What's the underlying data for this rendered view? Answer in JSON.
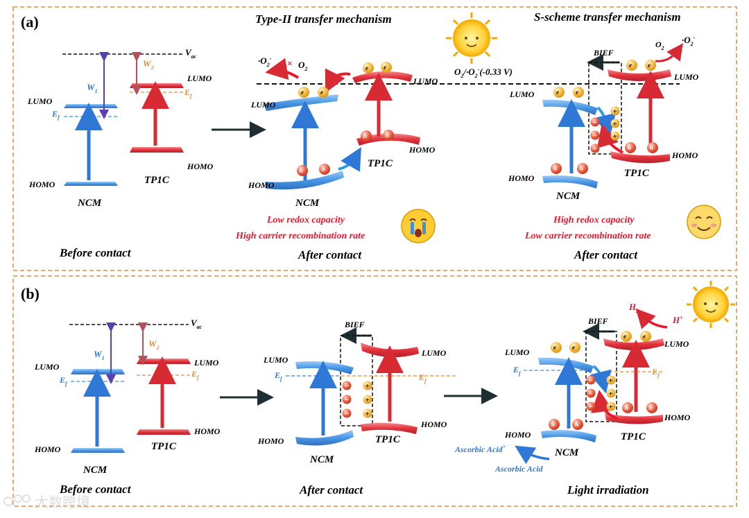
{
  "panel_a": {
    "label": "(a)",
    "type2_title": "Type-II transfer mechanism",
    "sscheme_title": "S-scheme transfer mechanism",
    "before": {
      "vac": "V",
      "vac_sub": "ac",
      "w1": "W",
      "w1_sub": "1",
      "w2": "W",
      "w2_sub": "2",
      "lumo_ncm": "LUMO",
      "ef_ncm": "E",
      "ef_sub": "f",
      "homo_ncm": "HOMO",
      "lumo_tp": "LUMO",
      "ef_tp": "E",
      "homo_tp": "HOMO",
      "ncm": "NCM",
      "tp1c": "TP1C",
      "caption": "Before contact"
    },
    "type2": {
      "o2_radical": "·O",
      "o2": "O",
      "cross": "×",
      "lumo_tp": "LUMO",
      "lumo_ncm": "LUMO",
      "homo_tp": "HOMO",
      "homo_ncm": "HOMO",
      "ncm": "NCM",
      "tp1c": "TP1C",
      "note1": "Low redox capacity",
      "note2": "High carrier recombination rate",
      "caption": "After contact"
    },
    "redox_level": "O",
    "redox_level_rest": "/·O",
    "redox_value": "(-0.33 V)",
    "sscheme": {
      "bief": "BIEF",
      "o2": "O",
      "o2_radical": "·O",
      "lumo_tp": "LUMO",
      "lumo_ncm": "LUMO",
      "homo_tp": "HOMO",
      "homo_ncm": "HOMO",
      "ncm": "NCM",
      "tp1c": "TP1C",
      "note1": "High redox capacity",
      "note2": "Low carrier recombination rate",
      "caption": "After contact"
    }
  },
  "panel_b": {
    "label": "(b)",
    "before": {
      "vac": "V",
      "vac_sub": "ac",
      "w1": "W",
      "w1_sub": "1",
      "w2": "W",
      "w2_sub": "2",
      "lumo_ncm": "LUMO",
      "ef_ncm": "E",
      "ef_sub": "f",
      "homo_ncm": "HOMO",
      "lumo_tp": "LUMO",
      "ef_tp": "E",
      "homo_tp": "HOMO",
      "ncm": "NCM",
      "tp1c": "TP1C",
      "caption": "Before contact"
    },
    "after": {
      "bief": "BIEF",
      "lumo_ncm": "LUMO",
      "ef_ncm": "E",
      "ef_sub": "f",
      "homo_ncm": "HOMO",
      "lumo_tp": "LUMO",
      "ef_tp": "E",
      "homo_tp": "HOMO",
      "ncm": "NCM",
      "tp1c": "TP1C",
      "caption": "After contact"
    },
    "light": {
      "bief": "BIEF",
      "h2": "H",
      "h2_sub": "2",
      "hplus": "H",
      "lumo_ncm": "LUMO",
      "ef_ncm": "E",
      "ef_sub": "f",
      "homo_ncm": "HOMO",
      "lumo_tp": "LUMO",
      "ef_tp": "E",
      "homo_tp": "HOMO",
      "ncm": "NCM",
      "tp1c": "TP1C",
      "ascorbic_ox": "Ascorbic Acid",
      "ascorbic": "Ascorbic Acid",
      "caption": "Light irradiation"
    }
  },
  "particles": {
    "electron": "e",
    "hole": "h",
    "minus": "−",
    "plus": "+",
    "minus_sup": "-",
    "plus_sup": "+"
  },
  "watermark": "大数跨境",
  "colors": {
    "ncm_blue": "#3d8fe0",
    "tp_red": "#e0303a",
    "frame": "#e08a3c",
    "note_red": "#e8192c",
    "arrow_blue": "#2f78d6",
    "ascorbic": "#2f78d6",
    "particle": "#e8573b",
    "electron": "#f0a830"
  }
}
